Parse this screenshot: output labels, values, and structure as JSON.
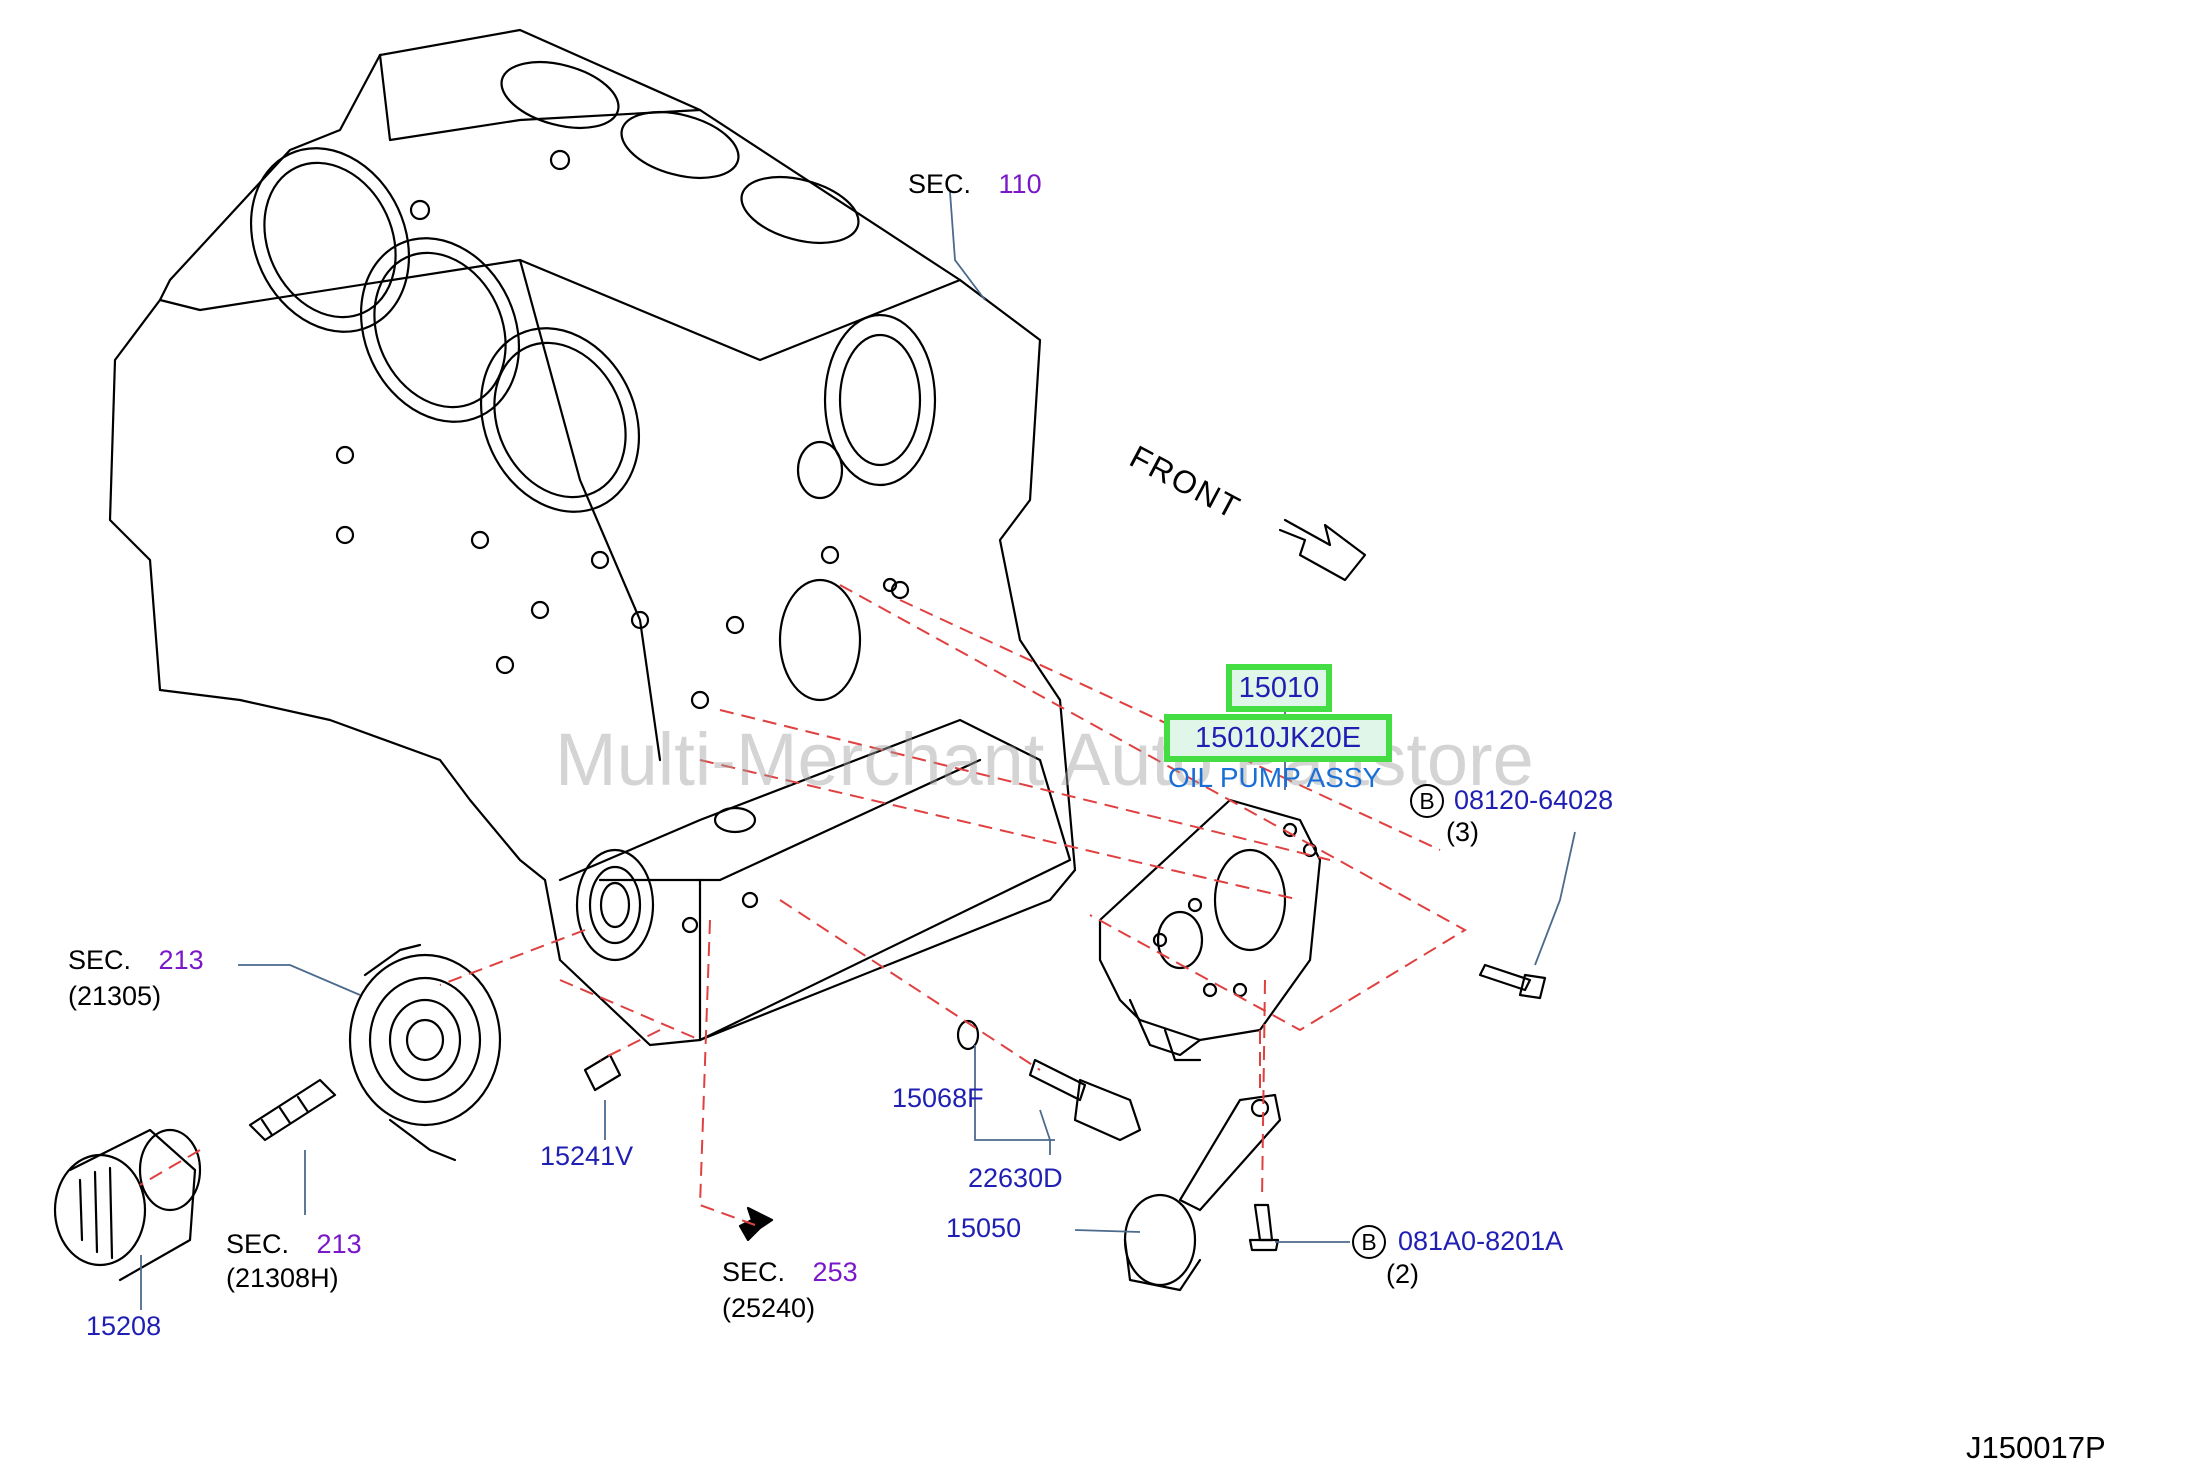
{
  "watermark": "Multi-Merchant Auto Partstore",
  "diagram_code": "J150017P",
  "front_label": "FRONT",
  "highlight": {
    "part_no": "15010",
    "part_code": "15010JK20E",
    "part_name": "OIL PUMP ASSY"
  },
  "callouts": {
    "sec110": {
      "sec": "SEC.",
      "num": "110"
    },
    "sec213_left": {
      "sec": "SEC.",
      "num": "213",
      "sub": "(21305)"
    },
    "sec213_mid": {
      "sec": "SEC.",
      "num": "213",
      "sub": "(21308H)"
    },
    "sec253": {
      "sec": "SEC.",
      "num": "253",
      "sub": "(25240)"
    },
    "p15208": "15208",
    "p15241V": "15241V",
    "p15068F": "15068F",
    "p22630D": "22630D",
    "p15050": "15050",
    "bolt_b1": {
      "mark": "B",
      "part": "08120-64028",
      "qty": "(3)"
    },
    "bolt_b2": {
      "mark": "B",
      "part": "081A0-8201A",
      "qty": "(2)"
    }
  },
  "colors": {
    "part_blue": "#1f1fb4",
    "sec_purple": "#7a18c9",
    "name_blue": "#1a6fd6",
    "highlight_green": "#44dd44",
    "dash_red": "#e04040"
  }
}
